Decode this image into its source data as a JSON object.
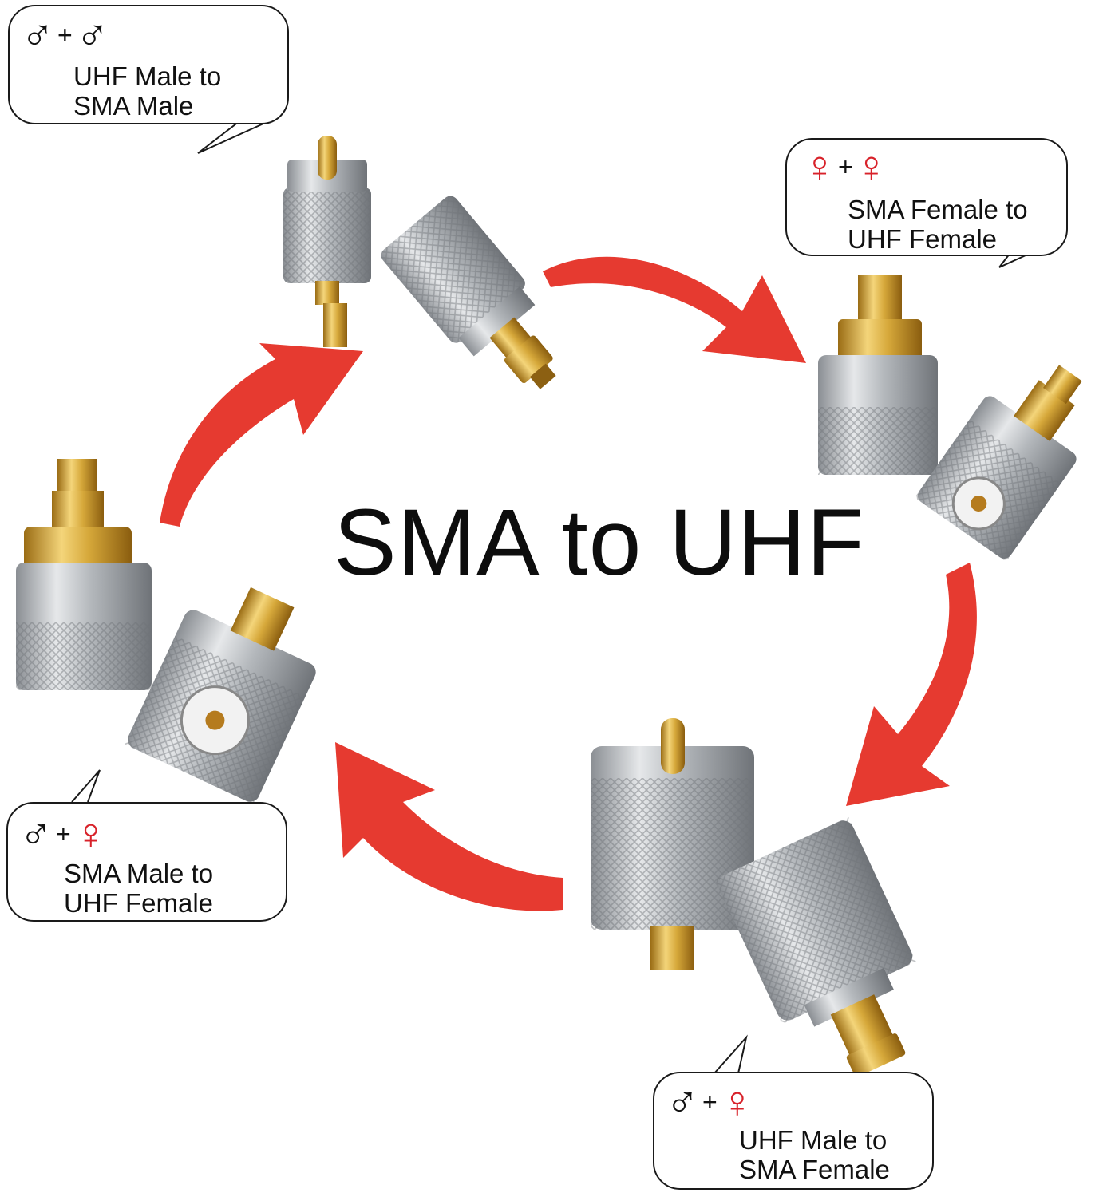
{
  "title": "SMA to UHF",
  "colors": {
    "arrow": "#e63a30",
    "female_symbol": "#d8222a",
    "male_symbol": "#111111",
    "chrome": "#b9bcc0",
    "gold": "#d6a83a"
  },
  "adapters": [
    {
      "id": "top",
      "symbols": [
        "male",
        "male"
      ],
      "symbol_glyphs": [
        "♂",
        "♂"
      ],
      "plus": "+",
      "line1": "UHF Male to",
      "line2": "SMA Male"
    },
    {
      "id": "right",
      "symbols": [
        "female",
        "female"
      ],
      "symbol_glyphs": [
        "♀",
        "♀"
      ],
      "plus": "+",
      "line1": "SMA Female to",
      "line2": "UHF Female"
    },
    {
      "id": "bottom",
      "symbols": [
        "male",
        "female"
      ],
      "symbol_glyphs": [
        "♂",
        "♀"
      ],
      "plus": "+",
      "line1": "UHF Male to",
      "line2": "SMA Female"
    },
    {
      "id": "left",
      "symbols": [
        "male",
        "female"
      ],
      "symbol_glyphs": [
        "♂",
        "♀"
      ],
      "plus": "+",
      "line1": "SMA Male to",
      "line2": "UHF Female"
    }
  ]
}
